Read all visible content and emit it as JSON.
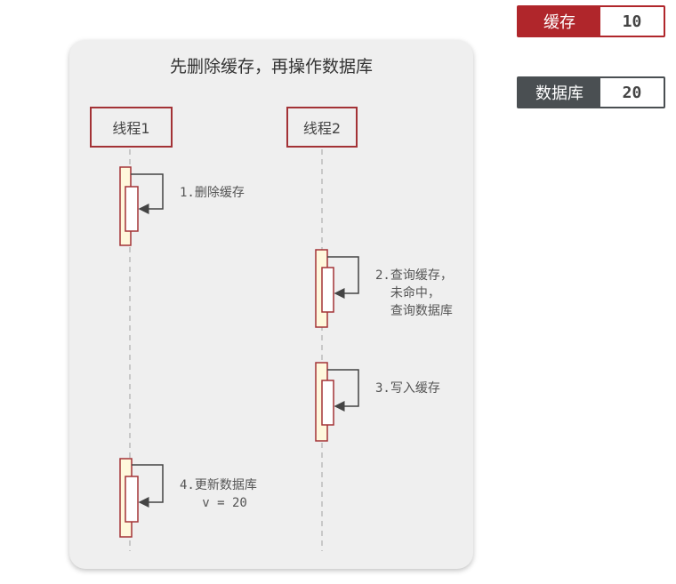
{
  "title": "先删除缓存，再操作数据库",
  "threads": [
    "线程1",
    "线程2"
  ],
  "steps": [
    {
      "label": "1.删除缓存"
    },
    {
      "label": "2.查询缓存，\n  未命中，\n  查询数据库"
    },
    {
      "label": "3.写入缓存"
    },
    {
      "label": "4.更新数据库\n   v = 20"
    }
  ],
  "state": {
    "cache": {
      "label": "缓存",
      "value": "10",
      "color": "#b0262b"
    },
    "database": {
      "label": "数据库",
      "value": "20",
      "color": "#4a4f52"
    }
  }
}
